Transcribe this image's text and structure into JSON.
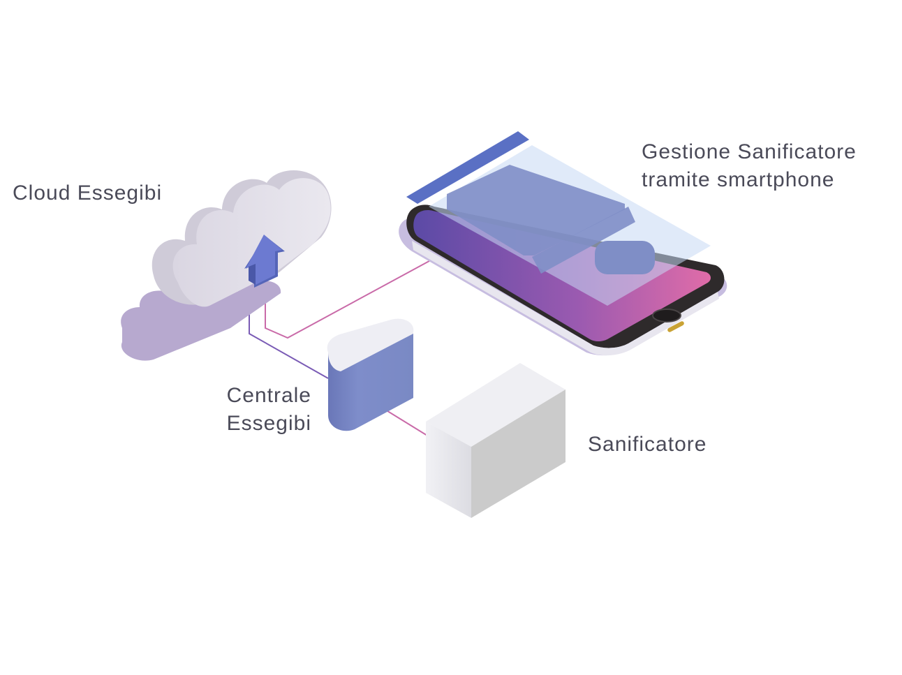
{
  "labels": {
    "cloud": "Cloud Essegibi",
    "phone_line1": "Gestione Sanificatore",
    "phone_line2": "tramite smartphone",
    "central_line1": "Centrale",
    "central_line2": "Essegibi",
    "sanitizer": "Sanificatore"
  },
  "colors": {
    "text": "#4a4a58",
    "cloud_face": "#e4e1ea",
    "cloud_side": "#cfcbd8",
    "cloud_shadow": "#b7a9cf",
    "arrow": "#6c7ad1",
    "central_side": "#7b8ac6",
    "central_top": "#eeeef4",
    "sanitizer_light": "#eeeef4",
    "sanitizer_dark": "#cbcbcb",
    "line_violet": "#7a5bb5",
    "line_pink": "#c96aa8",
    "screen_start": "#5b4aa6",
    "screen_end": "#e06ca8",
    "phone_body": "#2e2a2b",
    "ui_panel": "#5a70c4"
  },
  "icons": [
    "cloud-upload-icon",
    "central-unit-icon",
    "sanitizer-box-icon",
    "smartphone-icon"
  ]
}
